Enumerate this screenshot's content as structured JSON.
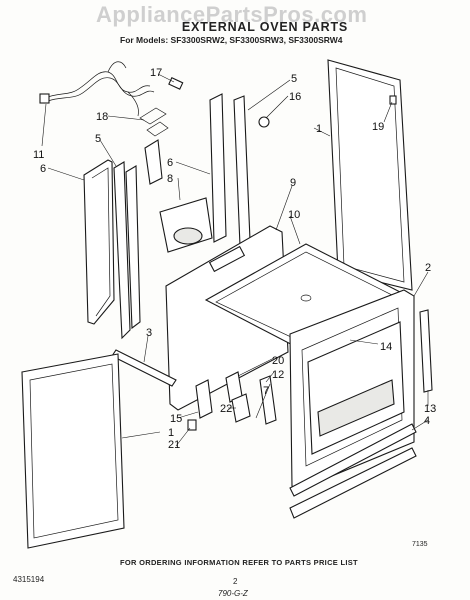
{
  "header": {
    "watermark": "AppliancePartsPros.com",
    "title": "EXTERNAL OVEN PARTS",
    "models": "For Models: SF3300SRW2, SF3300SRW3, SF3300SRW4"
  },
  "callouts": [
    "17",
    "5",
    "16",
    "18",
    "19",
    "1",
    "11",
    "5",
    "6",
    "6",
    "8",
    "9",
    "10",
    "2",
    "14",
    "3",
    "20",
    "12",
    "7",
    "15",
    "22",
    "13",
    "4",
    "1",
    "21"
  ],
  "footer": {
    "instruction": "FOR ORDERING INFORMATION REFER TO PARTS PRICE LIST",
    "doc_number": "4315194",
    "page_number": "2",
    "drawing_code": "7135",
    "handwritten_note": "790-G-Z"
  }
}
